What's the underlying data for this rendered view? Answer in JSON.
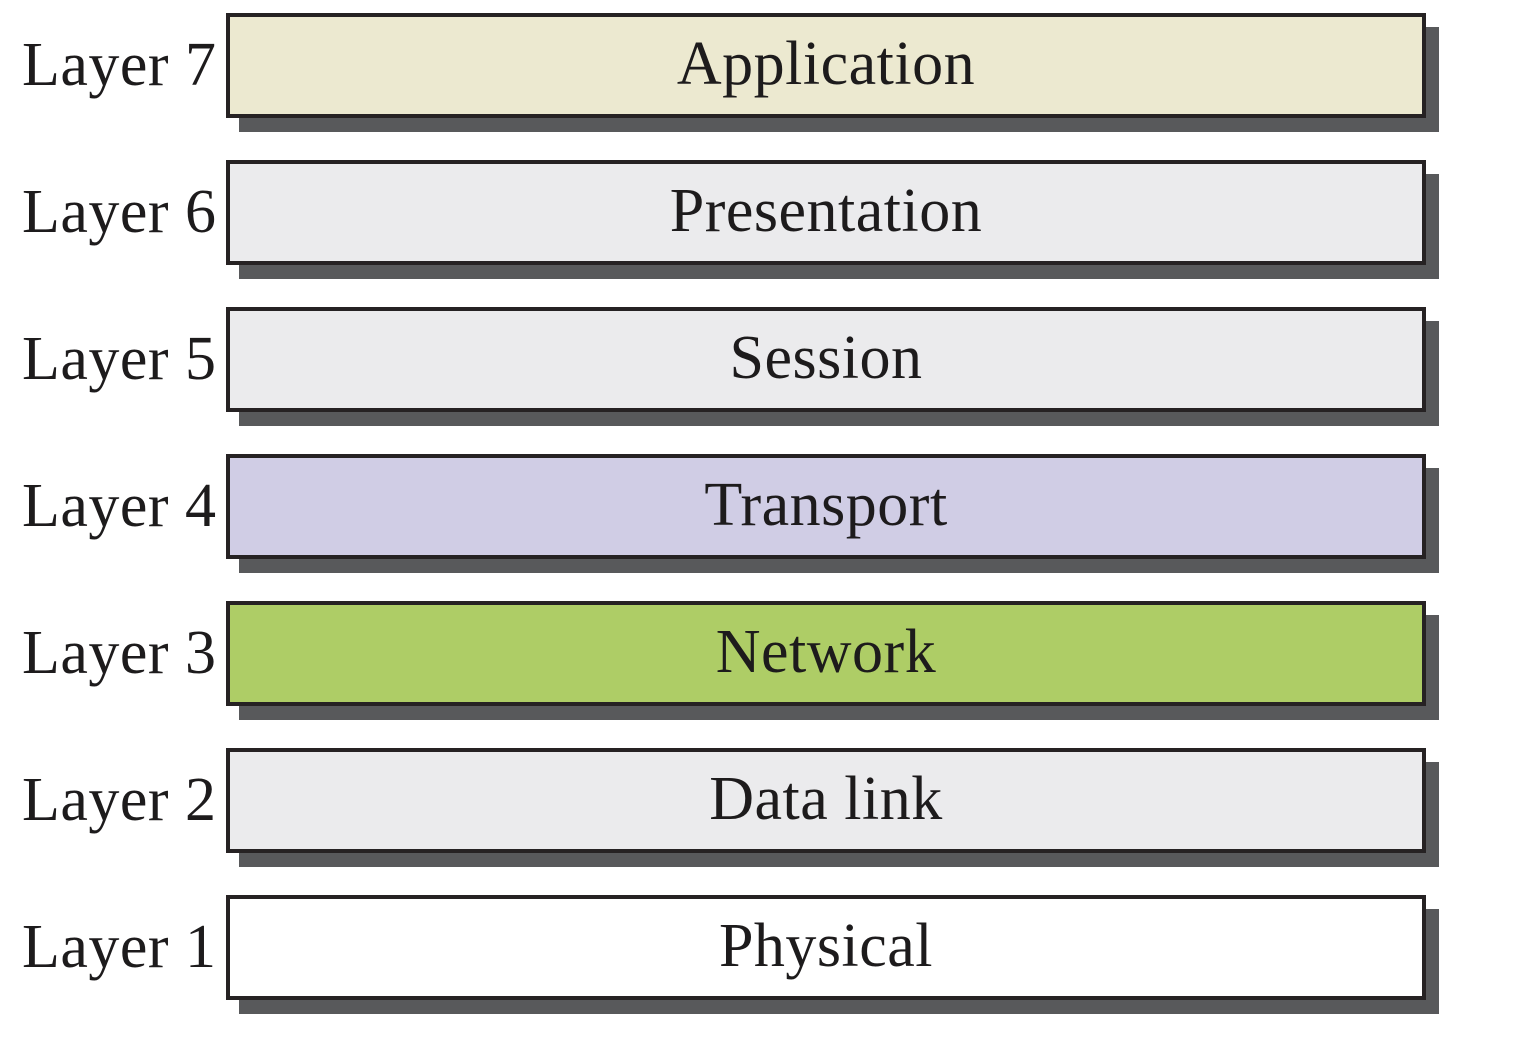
{
  "layers": [
    {
      "label": "Layer 7",
      "name": "Application",
      "fill": "#ece9d0"
    },
    {
      "label": "Layer 6",
      "name": "Presentation",
      "fill": "#ebebed"
    },
    {
      "label": "Layer 5",
      "name": "Session",
      "fill": "#ebebed"
    },
    {
      "label": "Layer 4",
      "name": "Transport",
      "fill": "#d0cde5"
    },
    {
      "label": "Layer 3",
      "name": "Network",
      "fill": "#aecd66"
    },
    {
      "label": "Layer 2",
      "name": "Data link",
      "fill": "#ebebed"
    },
    {
      "label": "Layer 1",
      "name": "Physical",
      "fill": "#ffffff"
    }
  ],
  "colors": {
    "background": "#ffffff",
    "border": "#262223",
    "shadow": "#58595b",
    "text": "#1d1b1c"
  }
}
